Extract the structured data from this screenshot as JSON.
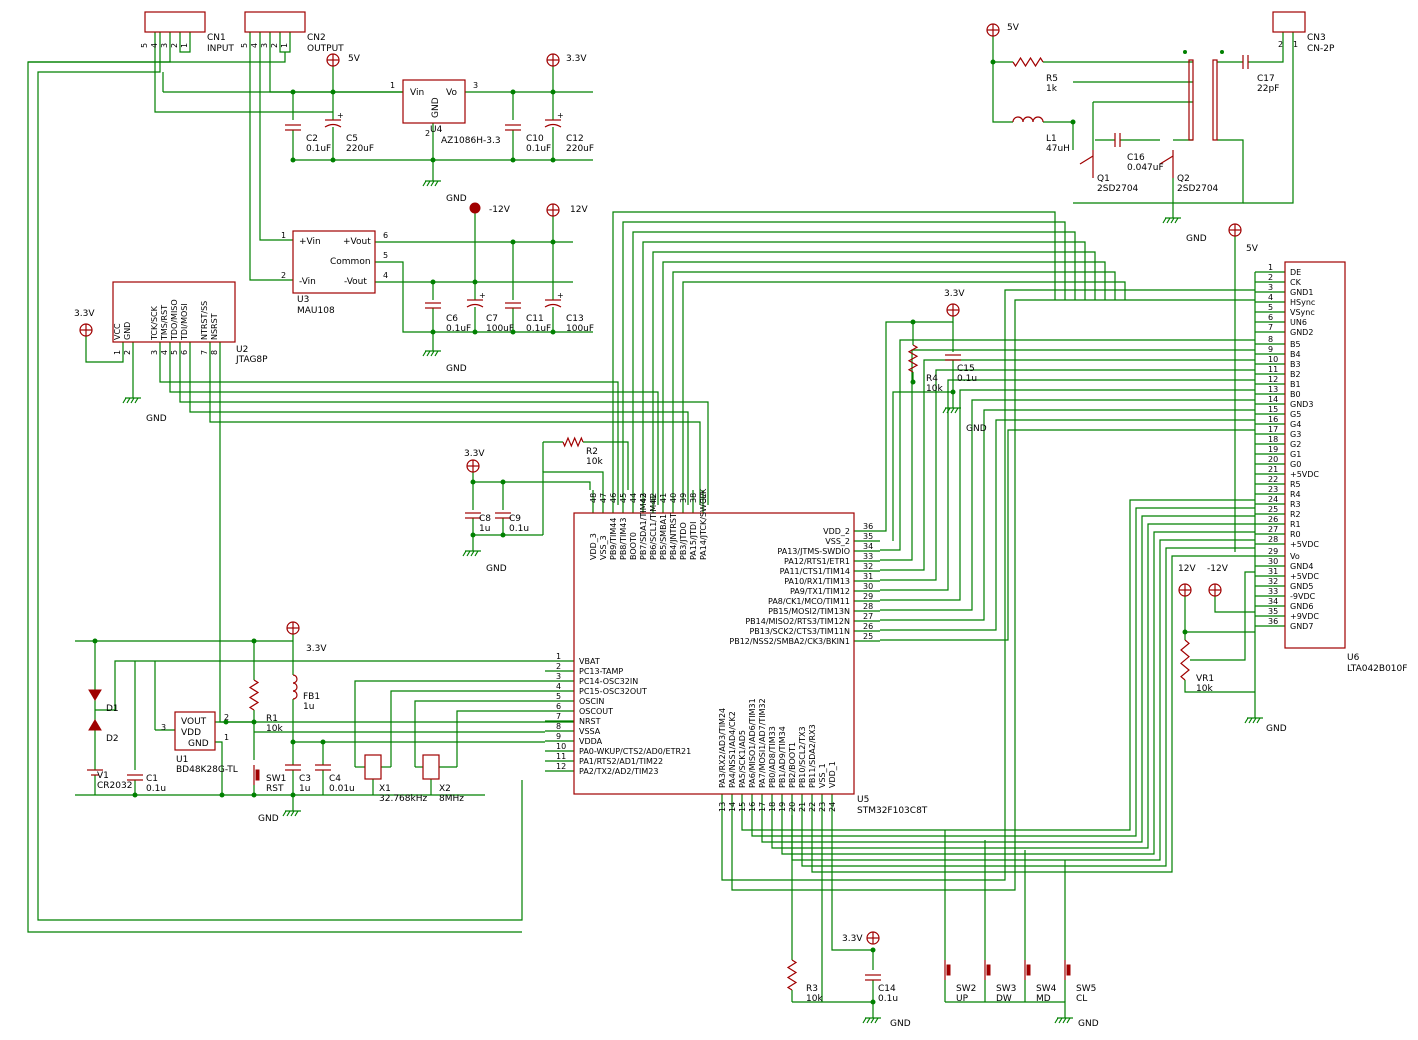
{
  "colors": {
    "wire": "#008000",
    "component": "#a00000",
    "text": "#000000"
  },
  "power": {
    "v5": "5V",
    "v33": "3.3V",
    "vn12": "-12V",
    "v12": "12V",
    "gnd": "GND"
  },
  "cn1": {
    "ref": "CN1",
    "value": "INPUT",
    "pins": [
      "5",
      "4",
      "3",
      "2",
      "1"
    ]
  },
  "cn2": {
    "ref": "CN2",
    "value": "OUTPUT",
    "pins": [
      "5",
      "4",
      "3",
      "2",
      "1"
    ]
  },
  "cn3": {
    "ref": "CN3",
    "value": "CN-2P",
    "pins": [
      "2",
      "1"
    ]
  },
  "u4": {
    "ref": "U4",
    "value": "AZ1086H-3.3",
    "vin": "Vin",
    "vo": "Vo",
    "gnd": "GND",
    "p1": "1",
    "p2": "2",
    "p3": "3"
  },
  "u3": {
    "ref": "U3",
    "value": "MAU108",
    "pins": [
      "+Vin",
      "-Vin",
      "+Vout",
      "Common",
      "-Vout"
    ],
    "nums": [
      "1",
      "2",
      "6",
      "5",
      "4"
    ]
  },
  "u2": {
    "ref": "U2",
    "value": "JTAG8P",
    "pins": [
      "VCC",
      "GND",
      "TCK/SCK",
      "TMS/RST",
      "TDO/MISO",
      "TDI/MOSI",
      "NTRST/SS",
      "NSRST"
    ],
    "nums": [
      "1",
      "2",
      "3",
      "4",
      "5",
      "6",
      "7",
      "8"
    ]
  },
  "u1": {
    "ref": "U1",
    "value": "BD48K28G-TL",
    "pins": [
      "VOUT",
      "VDD",
      "GND"
    ],
    "nums": [
      "3",
      "2",
      "1"
    ]
  },
  "caps": {
    "c1": [
      "C1",
      "0.1u"
    ],
    "c2": [
      "C2",
      "0.1uF"
    ],
    "c3": [
      "C3",
      "1u"
    ],
    "c4": [
      "C4",
      "0.01u"
    ],
    "c5": [
      "C5",
      "220uF"
    ],
    "c6": [
      "C6",
      "0.1uF"
    ],
    "c7": [
      "C7",
      "100uF"
    ],
    "c8": [
      "C8",
      "1u"
    ],
    "c9": [
      "C9",
      "0.1u"
    ],
    "c10": [
      "C10",
      "0.1uF"
    ],
    "c11": [
      "C11",
      "0.1uF"
    ],
    "c12": [
      "C12",
      "220uF"
    ],
    "c13": [
      "C13",
      "100uF"
    ],
    "c14": [
      "C14",
      "0.1u"
    ],
    "c15": [
      "C15",
      "0.1u"
    ],
    "c16": [
      "C16",
      "0.047uF"
    ],
    "c17": [
      "C17",
      "22pF"
    ]
  },
  "res": {
    "r1": [
      "R1",
      "10k"
    ],
    "r2": [
      "R2",
      "10k"
    ],
    "r3": [
      "R3",
      "10k"
    ],
    "r4": [
      "R4",
      "10k"
    ],
    "r5": [
      "R5",
      "1k"
    ],
    "vr1": [
      "VR1",
      "10k"
    ]
  },
  "misc": {
    "l1": [
      "L1",
      "47uH"
    ],
    "fb1": [
      "FB1",
      "1u"
    ],
    "q1": [
      "Q1",
      "2SD2704"
    ],
    "q2": [
      "Q2",
      "2SD2704"
    ],
    "d1": "D1",
    "d2": "D2",
    "v1": [
      "V1",
      "CR2032"
    ],
    "x1": [
      "X1",
      "32.768kHz"
    ],
    "x2": [
      "X2",
      "8MHz"
    ],
    "sw1": [
      "SW1",
      "RST"
    ],
    "sw2": [
      "SW2",
      "UP"
    ],
    "sw3": [
      "SW3",
      "DW"
    ],
    "sw4": [
      "SW4",
      "MD"
    ],
    "sw5": [
      "SW5",
      "CL"
    ]
  },
  "u5": {
    "ref": "U5",
    "value": "STM32F103C8T",
    "left": [
      [
        "1",
        "VBAT"
      ],
      [
        "2",
        "PC13-TAMP"
      ],
      [
        "3",
        "PC14-OSC32IN"
      ],
      [
        "4",
        "PC15-OSC32OUT"
      ],
      [
        "5",
        "OSCIN"
      ],
      [
        "6",
        "OSCOUT"
      ],
      [
        "7",
        "NRST"
      ],
      [
        "8",
        "VSSA"
      ],
      [
        "9",
        "VDDA"
      ],
      [
        "10",
        "PA0-WKUP/CTS2/AD0/ETR21"
      ],
      [
        "11",
        "PA1/RTS2/AD1/TIM22"
      ],
      [
        "12",
        "PA2/TX2/AD2/TIM23"
      ]
    ],
    "right": [
      [
        "36",
        "VDD_2"
      ],
      [
        "35",
        "VSS_2"
      ],
      [
        "34",
        "PA13/JTMS-SWDIO"
      ],
      [
        "33",
        "PA12/RTS1/ETR1"
      ],
      [
        "32",
        "PA11/CTS1/TIM14"
      ],
      [
        "31",
        "PA10/RX1/TIM13"
      ],
      [
        "30",
        "PA9/TX1/TIM12"
      ],
      [
        "29",
        "PA8/CK1/MCO/TIM11"
      ],
      [
        "28",
        "PB15/MOSI2/TIM13N"
      ],
      [
        "27",
        "PB14/MISO2/RTS3/TIM12N"
      ],
      [
        "26",
        "PB13/SCK2/CTS3/TIM11N"
      ],
      [
        "25",
        "PB12/NSS2/SMBA2/CK3/BKIN1"
      ]
    ],
    "top": [
      [
        "48",
        "VDD_3"
      ],
      [
        "47",
        "VSS_3"
      ],
      [
        "46",
        "PB9/TIM44"
      ],
      [
        "45",
        "PB8/TIM43"
      ],
      [
        "44",
        "BOOT0"
      ],
      [
        "43",
        "PB7/SDA1/TIM42"
      ],
      [
        "42",
        "PB6/SCL1/TIM41"
      ],
      [
        "41",
        "PB5/SMBA1"
      ],
      [
        "40",
        "PB4/JNTRST"
      ],
      [
        "39",
        "PB3/JTDO"
      ],
      [
        "38",
        "PA15/JTDI"
      ],
      [
        "37",
        "PA14/JTCK/SWCLK"
      ]
    ],
    "bottom": [
      [
        "13",
        "PA3/RX2/AD3/TIM24"
      ],
      [
        "14",
        "PA4/NSS1/AD4/CK2"
      ],
      [
        "15",
        "PA5/SCK1/AD5"
      ],
      [
        "16",
        "PA6/MISO1/AD6/TIM31"
      ],
      [
        "17",
        "PA7/MOSI1/AD7/TIM32"
      ],
      [
        "18",
        "PB0/AD8/TIM33"
      ],
      [
        "19",
        "PB1/AD9/TIM34"
      ],
      [
        "20",
        "PB2/BOOT1"
      ],
      [
        "21",
        "PB10/SCL2/TX3"
      ],
      [
        "22",
        "PB11/SDA2/RX3"
      ],
      [
        "23",
        "VSS_1"
      ],
      [
        "24",
        "VDD_1"
      ]
    ]
  },
  "u6": {
    "ref": "U6",
    "value": "LTA042B010F",
    "pins": [
      [
        "1",
        "DE"
      ],
      [
        "2",
        "CK"
      ],
      [
        "3",
        "GND1"
      ],
      [
        "4",
        "HSync"
      ],
      [
        "5",
        "VSync"
      ],
      [
        "6",
        "UN6"
      ],
      [
        "7",
        "GND2"
      ],
      [
        "8",
        "B5"
      ],
      [
        "9",
        "B4"
      ],
      [
        "10",
        "B3"
      ],
      [
        "11",
        "B2"
      ],
      [
        "12",
        "B1"
      ],
      [
        "13",
        "B0"
      ],
      [
        "14",
        "GND3"
      ],
      [
        "15",
        "G5"
      ],
      [
        "16",
        "G4"
      ],
      [
        "17",
        "G3"
      ],
      [
        "18",
        "G2"
      ],
      [
        "19",
        "G1"
      ],
      [
        "20",
        "G0"
      ],
      [
        "21",
        "+5VDC"
      ],
      [
        "22",
        "R5"
      ],
      [
        "23",
        "R4"
      ],
      [
        "24",
        "R3"
      ],
      [
        "25",
        "R2"
      ],
      [
        "26",
        "R1"
      ],
      [
        "27",
        "R0"
      ],
      [
        "28",
        "+5VDC"
      ],
      [
        "29",
        "Vo"
      ],
      [
        "30",
        "GND4"
      ],
      [
        "31",
        "+5VDC"
      ],
      [
        "32",
        "GND5"
      ],
      [
        "33",
        "-9VDC"
      ],
      [
        "34",
        "GND6"
      ],
      [
        "35",
        "+9VDC"
      ],
      [
        "36",
        "GND7"
      ]
    ]
  }
}
